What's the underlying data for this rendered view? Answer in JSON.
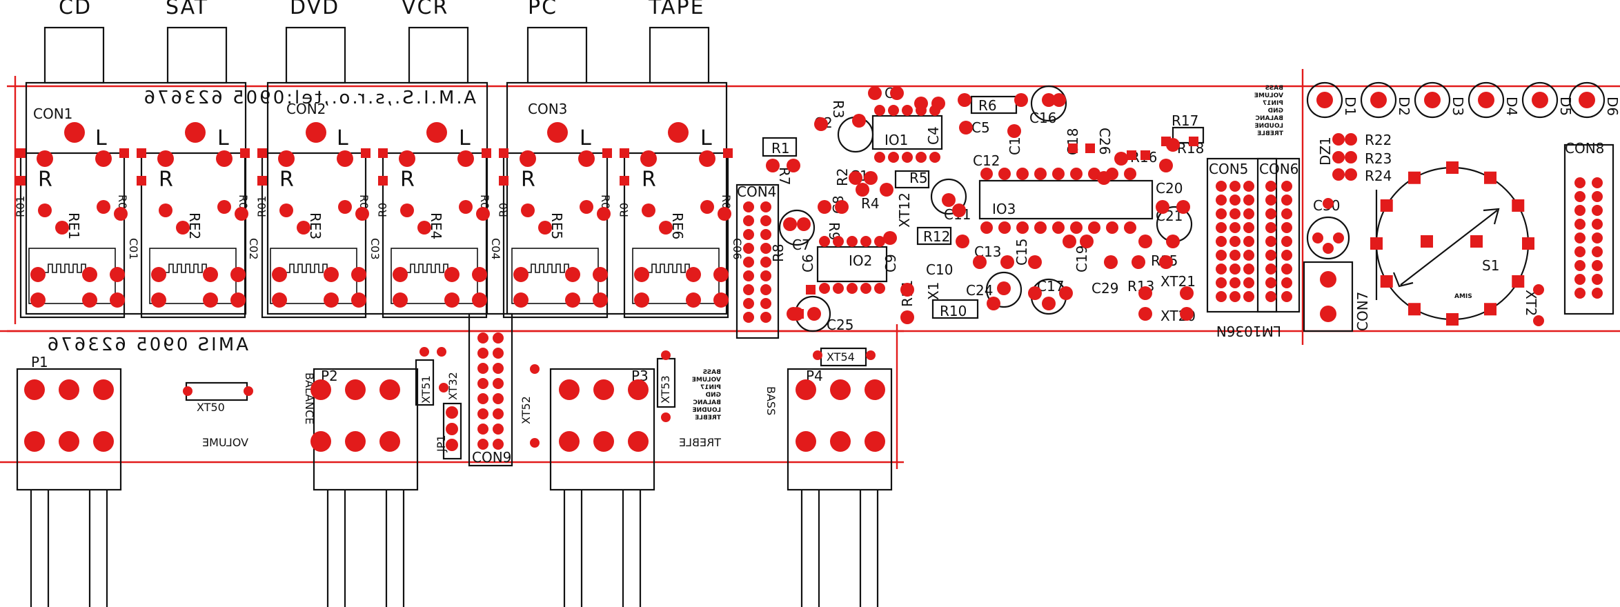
{
  "jack_titles": [
    "CD",
    "SAT",
    "DVD",
    "VCR",
    "PC",
    "TAPE"
  ],
  "mirrored_top_text": "A.M.I.S.,s.r.o.,tel:0905 623676",
  "mirrored_bottom_text": "AMIS 0905 623676",
  "connectors": {
    "con1": "CON1",
    "con2": "CON2",
    "con3": "CON3",
    "con4": "CON4",
    "con5": "CON5",
    "con6": "CON6",
    "con7": "CON7",
    "con8": "CON8",
    "con9": "CON9"
  },
  "relays": [
    {
      "name": "RE1",
      "r_left": "R01",
      "r_right": "R0",
      "cap": "C01"
    },
    {
      "name": "RE2",
      "r_left": "",
      "r_right": "R0",
      "cap": "C02"
    },
    {
      "name": "RE3",
      "r_left": "R01",
      "r_right": "R0",
      "cap": "C03"
    },
    {
      "name": "RE4",
      "r_left": "R0",
      "r_right": "R0",
      "cap": "C04"
    },
    {
      "name": "RE5",
      "r_left": "R0",
      "r_right": "R0",
      "cap": ""
    },
    {
      "name": "RE6",
      "r_left": "R0",
      "r_right": "R0",
      "cap": "C06"
    }
  ],
  "channel_marks": {
    "left": "L",
    "right": "R"
  },
  "center_labels": {
    "R1": "R1",
    "R2": "R2",
    "R3": "R3",
    "R4": "R4",
    "R5": "R5",
    "R6": "R6",
    "R7": "R7",
    "R8": "R8",
    "R9": "R9",
    "R10": "R10",
    "R11": "R11",
    "R12": "R12",
    "R13": "R13",
    "R15": "R15",
    "R16": "R16",
    "R17": "R17",
    "R18": "R18",
    "R22": "R22",
    "R23": "R23",
    "R24": "R24",
    "C1": "C1",
    "C2": "C2",
    "C3": "C3",
    "C4": "C4",
    "C5": "C5",
    "C6": "C6",
    "C7": "C7",
    "C8": "C8",
    "C9": "C9",
    "C10": "C10",
    "C11": "C11",
    "C12": "C12",
    "C13": "C13",
    "C14": "C14",
    "C15": "C15",
    "C16": "C16",
    "C17": "C17",
    "C18": "C18",
    "C19": "C19",
    "C20": "C20",
    "C21": "C21",
    "C24": "C24",
    "C25": "C25",
    "C26": "C26",
    "C29": "C29",
    "C30": "C30",
    "IO1": "IO1",
    "IO2": "IO2",
    "IO3": "IO3",
    "X1": "X1",
    "S1": "S1",
    "AMIS": "AMIS",
    "XT12": "XT12",
    "XT20": "XT20",
    "XT21": "XT21",
    "XT2": "XT2",
    "DZ1": "DZ1",
    "LM1036N": "LM1036N"
  },
  "leds": [
    "D1",
    "D2",
    "D3",
    "D4",
    "D5",
    "D6"
  ],
  "pin_legend": [
    "BASS",
    "VOLUME",
    "PIN17",
    "GND",
    "BALANC",
    "LOUDNE",
    "TREBLE"
  ],
  "pots": [
    {
      "name": "P1",
      "label": "VOLUME",
      "xt": "XT50"
    },
    {
      "name": "P2",
      "label": "BALANCE",
      "xt": "XT51"
    },
    {
      "name": "P3",
      "label": "TREBLE",
      "xt": "XT53"
    },
    {
      "name": "P4",
      "label": "BASS",
      "xt": "XT54"
    }
  ],
  "bottom_extra": {
    "xt32": "XT32",
    "xt52": "XT52",
    "jp1": "JP1"
  },
  "colors": {
    "pad": "#e21b1b",
    "silk": "#111111",
    "background": "#ffffff"
  }
}
